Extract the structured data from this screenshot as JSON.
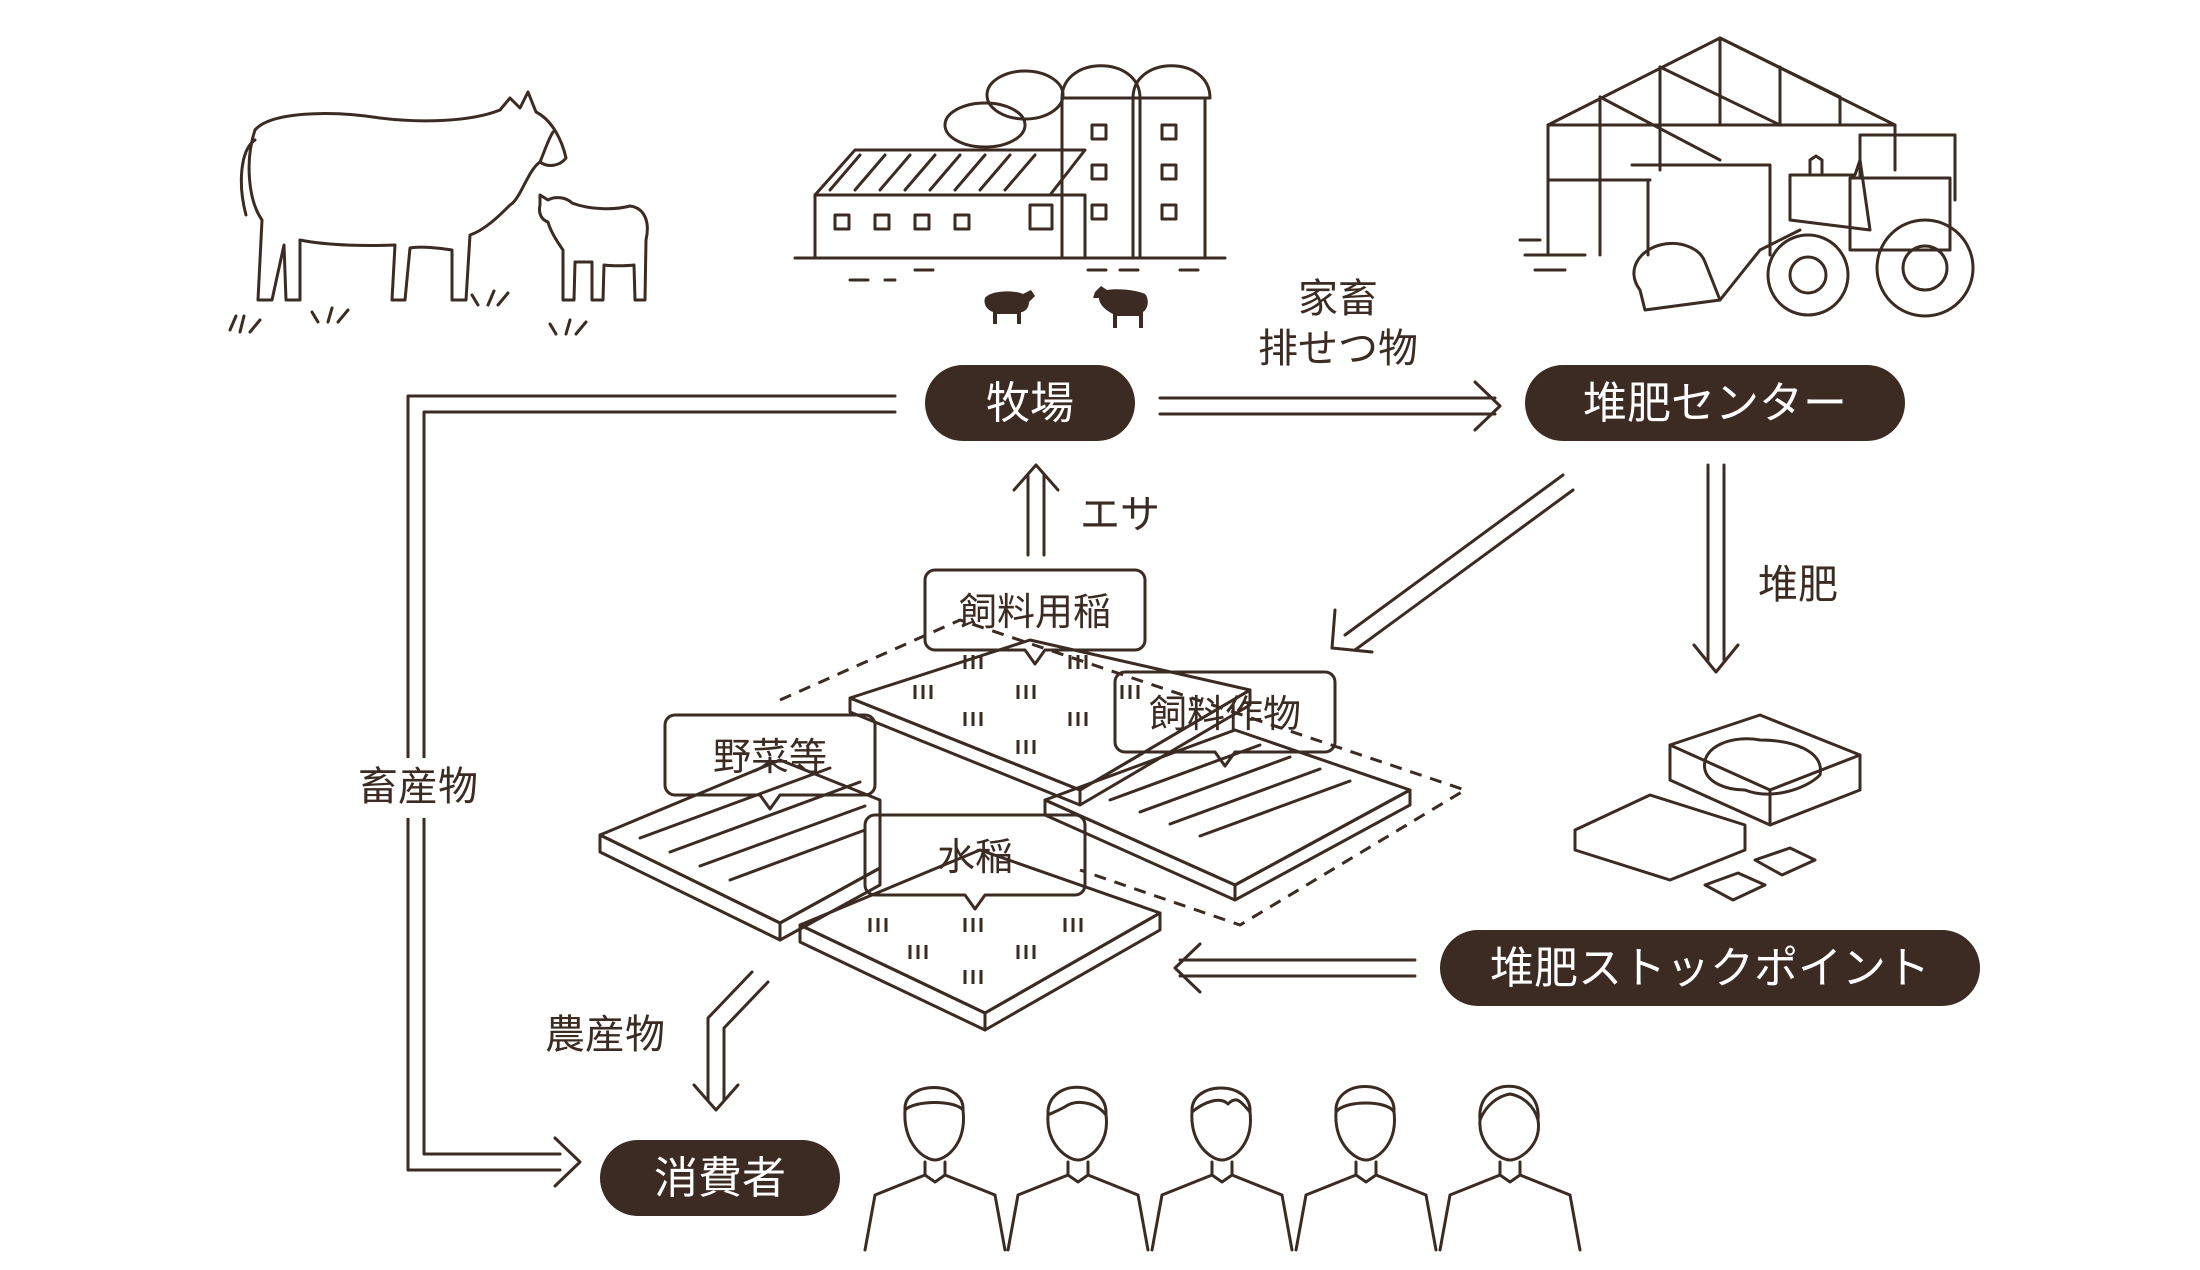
{
  "colors": {
    "ink": "#3b2b22",
    "pill": "#3b2b22",
    "field_beige": "#dfd8aa",
    "field_pink": "#ecd8d0",
    "dot_fill": "#d9c6b7"
  },
  "nodes": {
    "farm": "牧場",
    "compost_center": "堆肥センター",
    "stock_point": "堆肥ストックポイント",
    "consumer": "消費者"
  },
  "arrows": {
    "manure": [
      "家畜",
      "排せつ物"
    ],
    "feed": "エサ",
    "compost": "堆肥",
    "livestock_products": "畜産物",
    "farm_products": "農産物"
  },
  "fields": {
    "feed_rice": "飼料用稲",
    "feed_crops": "飼料作物",
    "vegetables": "野菜等",
    "paddy_rice": "水稲"
  },
  "icons": [
    "cow-icon",
    "calf-icon",
    "barn-icon",
    "silo-icon",
    "greenhouse-icon",
    "tractor-icon",
    "compost-pile-icon",
    "person-icon"
  ]
}
